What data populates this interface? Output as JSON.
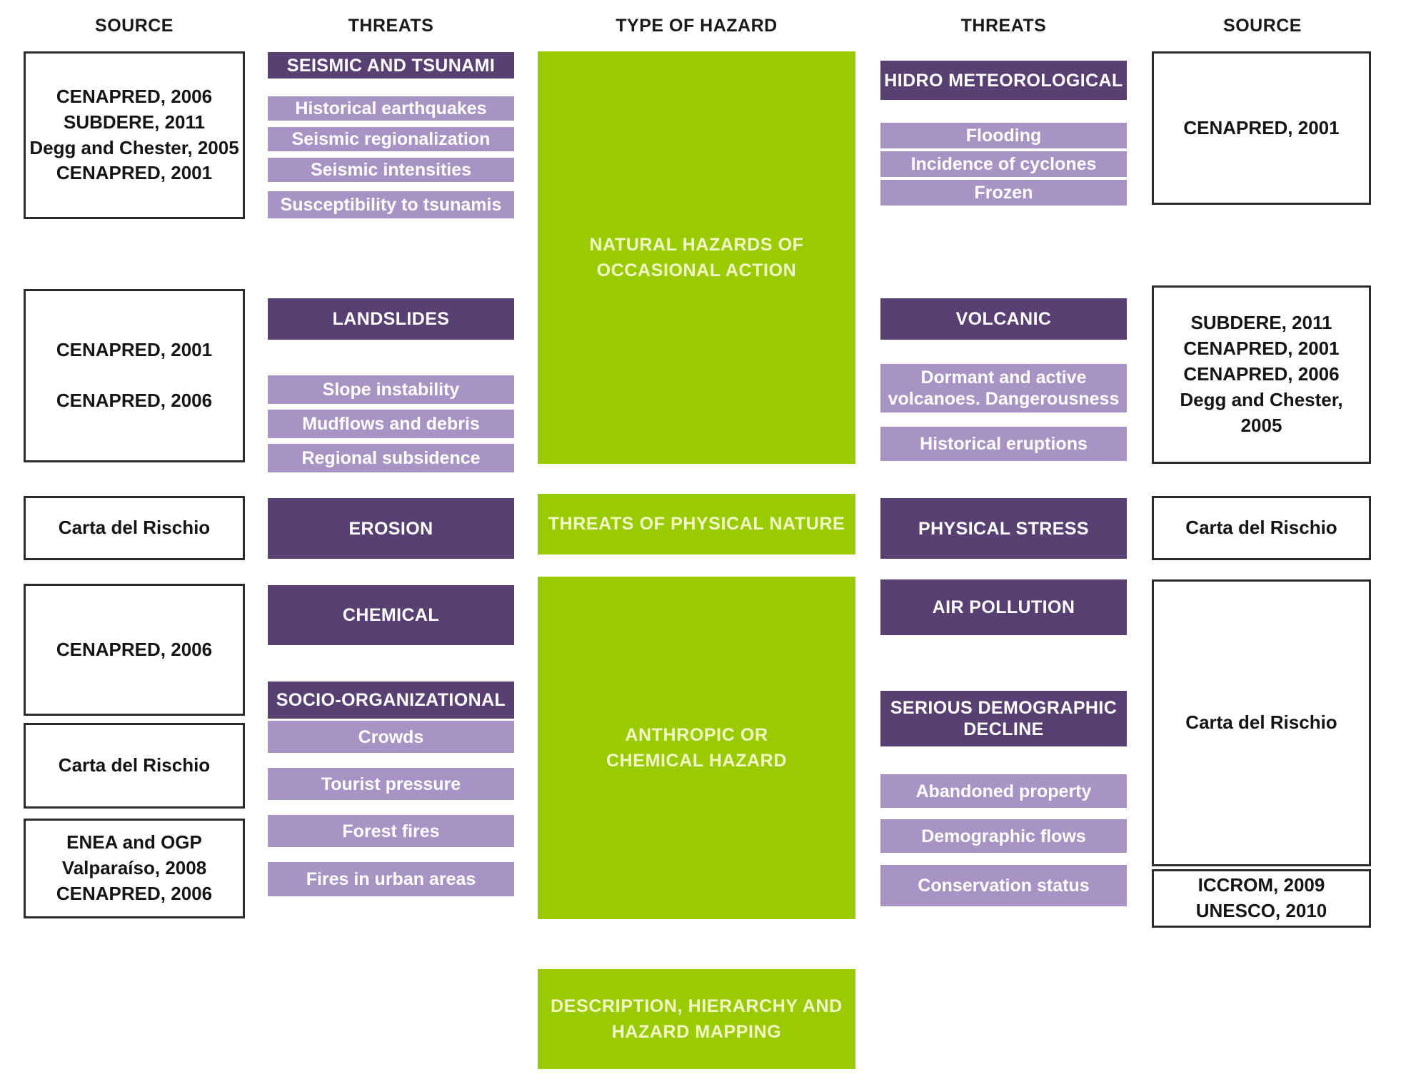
{
  "colors": {
    "dark_purple": "#594073",
    "light_purple": "#a794c4",
    "green": "#9aca00",
    "green_text": "#f2f7c8",
    "box_border": "#2b2b2b",
    "header_text": "#1a1a1a"
  },
  "column_headers": {
    "source_left": "SOURCE",
    "threats_left": "THREATS",
    "type_of_hazard": "TYPE OF HAZARD",
    "threats_right": "THREATS",
    "source_right": "SOURCE"
  },
  "hazard_types": {
    "natural": "NATURAL HAZARDS OF\nOCCASIONAL ACTION",
    "physical": "THREATS OF PHYSICAL NATURE",
    "anthropic": "ANTHROPIC OR\nCHEMICAL HAZARD",
    "footer": "DESCRIPTION,  HIERARCHY AND\nHAZARD MAPPING"
  },
  "left_sources": [
    {
      "id": "src-seismic",
      "text": "CENAPRED, 2006\nSUBDERE,  2011\nDegg and Chester, 2005\nCENAPRED, 2001"
    },
    {
      "id": "src-landslides",
      "text": "CENAPRED, 2001\n\nCENAPRED, 2006"
    },
    {
      "id": "src-erosion",
      "text": "Carta del Rischio"
    },
    {
      "id": "src-chemical",
      "text": "CENAPRED, 2006"
    },
    {
      "id": "src-socio",
      "text": "Carta del Rischio"
    },
    {
      "id": "src-fires",
      "text": "ENEA and OGP\nValparaíso, 2008\nCENAPRED, 2006"
    }
  ],
  "right_sources": [
    {
      "id": "src-hidro",
      "text": "CENAPRED, 2001"
    },
    {
      "id": "src-volcanic",
      "text": "SUBDERE,  2011\nCENAPRED, 2001\nCENAPRED, 2006\nDegg and Chester,\n2005"
    },
    {
      "id": "src-physical-stress",
      "text": "Carta del Rischio"
    },
    {
      "id": "src-airpollution",
      "text": "Carta del Rischio"
    },
    {
      "id": "src-iccrom",
      "text": "ICCROM, 2009\nUNESCO, 2010"
    }
  ],
  "left_threats": {
    "seismic_header": "SEISMIC  AND TSUNAMI",
    "seismic_items": [
      "Historical earthquakes",
      "Seismic regionalization",
      "Seismic intensities",
      "Susceptibility to tsunamis"
    ],
    "landslides_header": "LANDSLIDES",
    "landslides_items": [
      "Slope instability",
      "Mudflows and debris",
      "Regional subsidence"
    ],
    "erosion_header": "EROSION",
    "chemical_header": "CHEMICAL",
    "socio_header": "SOCIO-ORGANIZATIONAL",
    "socio_items": [
      "Crowds",
      "Tourist pressure",
      "Forest fires",
      "Fires in urban areas"
    ]
  },
  "right_threats": {
    "hidro_header": "HIDRO METEOROLOGICAL",
    "hidro_items": [
      "Flooding",
      "Incidence of cyclones",
      "Frozen"
    ],
    "volcanic_header": "VOLCANIC",
    "volcanic_items": [
      "Dormant and active\nvolcanoes. Dangerousness",
      "Historical eruptions"
    ],
    "physical_stress_header": "PHYSICAL STRESS",
    "air_pollution_header": "AIR POLLUTION",
    "demographic_header": "SERIOUS  DEMOGRAPHIC\nDECLINE",
    "demographic_items": [
      "Abandoned property",
      "Demographic flows",
      "Conservation status"
    ]
  }
}
